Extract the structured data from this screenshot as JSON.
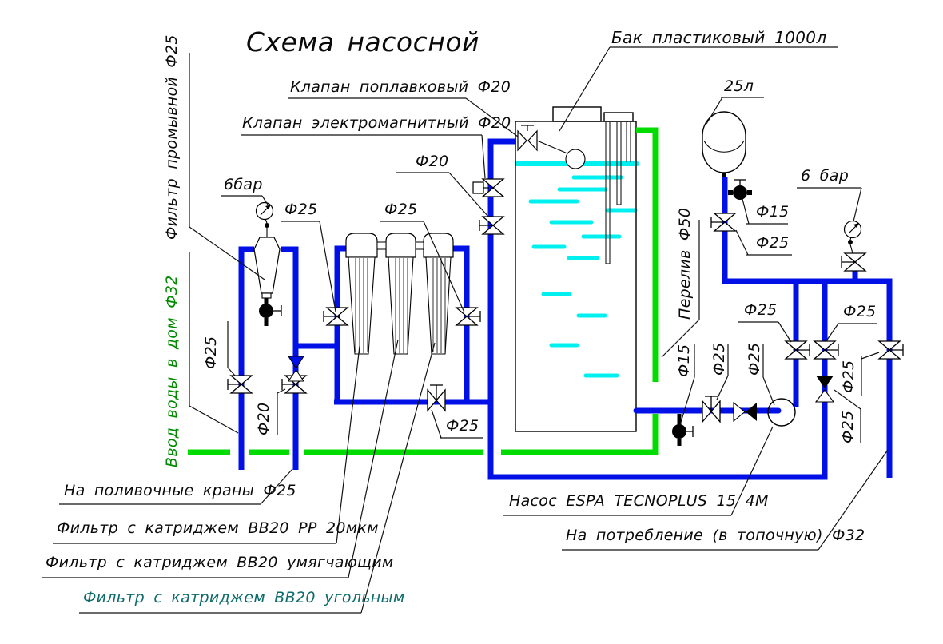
{
  "diagram": {
    "title": "Схема насосной",
    "colors": {
      "pipe_blue": "#0010E6",
      "overflow_green": "#00DC00",
      "water_cyan": "#00F0F0",
      "inlet_label_green": "#008A00",
      "carbon_label_teal": "#0C6B6B"
    },
    "annotations": [
      {
        "id": "title",
        "text": "Схема насосной"
      },
      {
        "id": "tank",
        "text": "Бак пластиковый 1000л"
      },
      {
        "id": "float-valve",
        "text": "Клапан поплавковый Ф20"
      },
      {
        "id": "solenoid-valve",
        "text": "Клапан электромагнитный Ф20"
      },
      {
        "id": "d20-fill",
        "text": "Ф20"
      },
      {
        "id": "vessel-25l",
        "text": "25л"
      },
      {
        "id": "bar6-right",
        "text": "6 бар"
      },
      {
        "id": "bar6-left",
        "text": "6бар"
      },
      {
        "id": "d25-filter-in",
        "text": "Ф25"
      },
      {
        "id": "d25-filter-out",
        "text": "Ф25"
      },
      {
        "id": "d25-bypass",
        "text": "Ф25"
      },
      {
        "id": "d15-vessel-drain",
        "text": "Ф15"
      },
      {
        "id": "d25-vessel-valve",
        "text": "Ф25"
      },
      {
        "id": "d25-pump-out",
        "text": "Ф25"
      },
      {
        "id": "d25-right-branch",
        "text": "Ф25"
      },
      {
        "id": "pump",
        "text": "Насос ESPA TECNOPLUS 15 4M"
      },
      {
        "id": "consume",
        "text": "На потребление (в топочную) Ф32"
      },
      {
        "id": "irrigation",
        "text": "На поливочные краны Ф25"
      },
      {
        "id": "filter-pp",
        "text": "Фильтр с катриджем ВВ20 PP 20мкм"
      },
      {
        "id": "filter-soft",
        "text": "Фильтр с катриджем ВВ20 умягчающим"
      },
      {
        "id": "filter-carbon",
        "text": "Фильтр с катриджем ВВ20 угольным"
      },
      {
        "id": "flush-filter",
        "text": "Фильтр промывной Ф25"
      },
      {
        "id": "inlet",
        "text": "Ввод воды в дом Ф32"
      },
      {
        "id": "overflow",
        "text": "Перелив Ф50"
      },
      {
        "id": "d15-drain",
        "text": "Ф15"
      },
      {
        "id": "d25-suction-valve",
        "text": "Ф25"
      },
      {
        "id": "d25-suction-check",
        "text": "Ф25"
      },
      {
        "id": "d25-consume-valve",
        "text": "Ф25"
      },
      {
        "id": "d25-check-branch",
        "text": "Ф25"
      },
      {
        "id": "d20-garden",
        "text": "Ф20"
      },
      {
        "id": "d25-inlet-valve",
        "text": "Ф25"
      }
    ]
  }
}
